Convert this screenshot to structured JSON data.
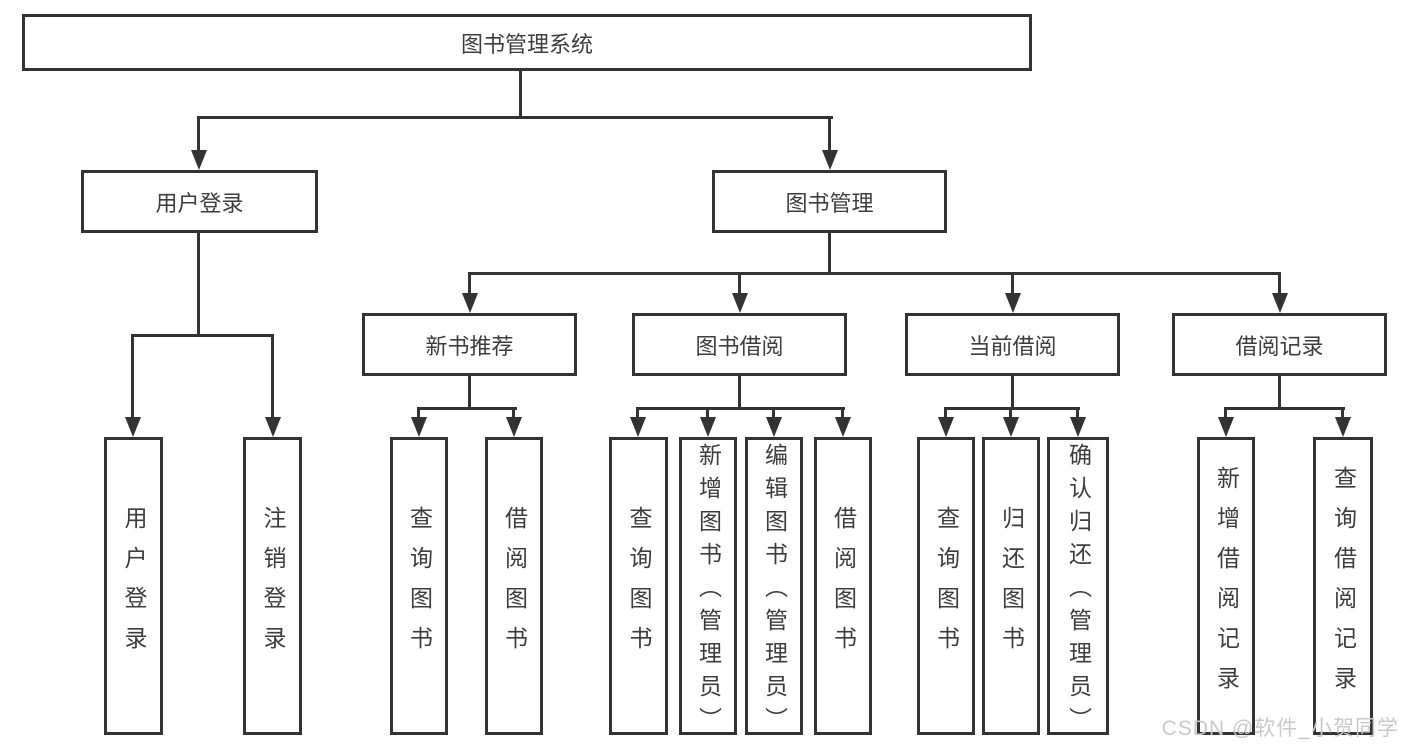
{
  "diagram_type": "tree-structure-chart",
  "root": {
    "label": "图书管理系统"
  },
  "level2": [
    {
      "label": "用户登录"
    },
    {
      "label": "图书管理"
    }
  ],
  "level3": [
    {
      "label": "新书推荐"
    },
    {
      "label": "图书借阅"
    },
    {
      "label": "当前借阅"
    },
    {
      "label": "借阅记录"
    }
  ],
  "leaves": {
    "user_login": [
      "用户登录",
      "注销登录"
    ],
    "new_book_rec": [
      "查询图书",
      "借阅图书"
    ],
    "book_borrow": [
      "查询图书",
      "新增图书（管理员）",
      "编辑图书（管理员）",
      "借阅图书"
    ],
    "current_borrow": [
      "查询图书",
      "归还图书",
      "确认归还（管理员）"
    ],
    "borrow_records": [
      "新增借阅记录",
      "查询借阅记录"
    ]
  },
  "watermark": "CSDN @软件_小贺同学",
  "colors": {
    "line": "#333333",
    "text": "#3d3d3d",
    "background": "#ffffff",
    "watermark": "#c9c9c9"
  }
}
